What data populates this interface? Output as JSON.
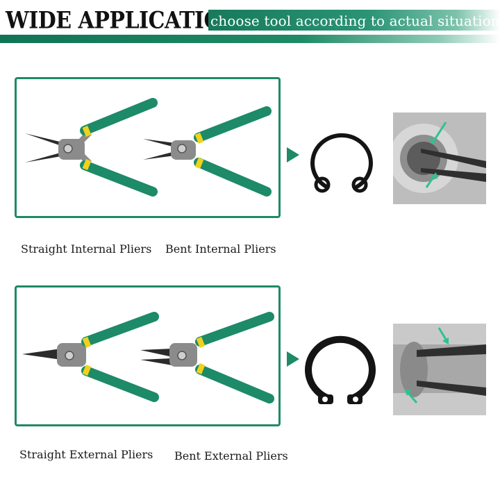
{
  "header": {
    "title": "WIDE APPLICATION",
    "subtitle": "choose tool according to actual situation"
  },
  "rows": [
    {
      "captions": [
        "Straight Internal  Pliers",
        "Bent Internal  Pliers"
      ],
      "ring_type": "internal-circlip"
    },
    {
      "captions": [
        "Straight External Pliers",
        "Bent External Pliers"
      ],
      "ring_type": "external-circlip"
    }
  ],
  "colors": {
    "brand_green": "#1e8a66",
    "handle_green": "#1d8a68",
    "accent_yellow": "#f0d21c",
    "ring_black": "#141414"
  }
}
